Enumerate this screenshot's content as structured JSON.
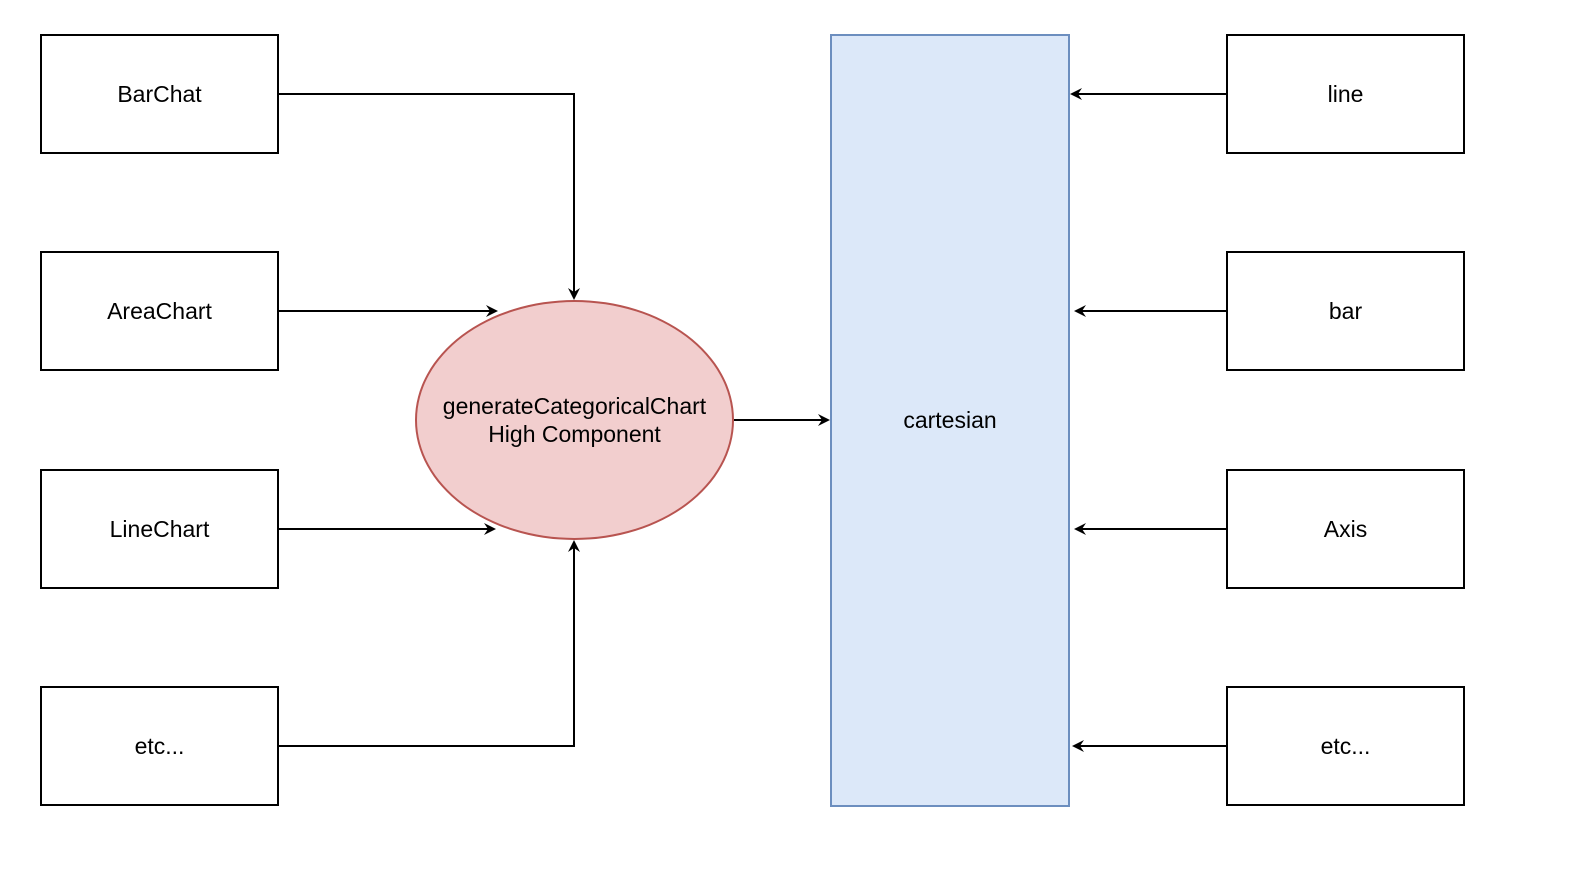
{
  "colors": {
    "stroke": "#000000",
    "hub_fill": "#f2cece",
    "hub_border": "#b85450",
    "target_fill": "#dce8f9",
    "target_border": "#6c8ebf"
  },
  "sources": [
    {
      "label": "BarChat"
    },
    {
      "label": "AreaChart"
    },
    {
      "label": "LineChart"
    },
    {
      "label": "etc..."
    }
  ],
  "hub": {
    "line1": "generateCategoricalChart",
    "line2": "High Component"
  },
  "target": {
    "label": "cartesian"
  },
  "modules": [
    {
      "label": "line"
    },
    {
      "label": "bar"
    },
    {
      "label": "Axis"
    },
    {
      "label": "etc..."
    }
  ]
}
